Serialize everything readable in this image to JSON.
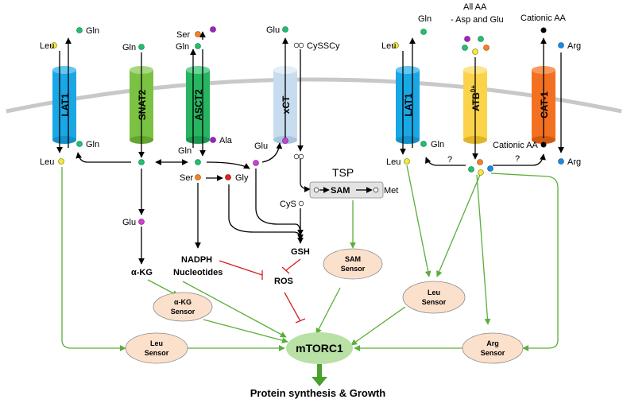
{
  "transporters": {
    "lat1_left": "LAT1",
    "snat2": "SNAT2",
    "asct2": "ASCT2",
    "xct": "xCT",
    "lat1_right": "LAT1",
    "atb_main": "ATB",
    "atb_sup": "0+",
    "cat1": "CAT-1"
  },
  "labels": {
    "leu_out_l": "Leu",
    "gln_out_l": "Gln",
    "gln_out_snat": "Gln",
    "ser_out": "Ser",
    "gln_out_asct": "Gln",
    "glu_out_xct": "Glu",
    "cyssscy": "CySSCy",
    "gln_out_r": "Gln",
    "leu_out_r": "Leu",
    "all_aa_1": "All AA",
    "all_aa_2": "- Asp and Glu",
    "cationic_out": "Cationic AA",
    "arg_out": "Arg",
    "gln_in_l": "Gln",
    "leu_in_l": "Leu",
    "ala_in": "Ala",
    "gln_in_asct": "Gln",
    "ser_in": "Ser",
    "gly_in": "Gly",
    "glu_in_xct": "Glu",
    "tsp": "TSP",
    "sam_chain": "SAM",
    "met": "Met",
    "cys": "CyS",
    "glu_in": "Glu",
    "akg": "α-KG",
    "nadph": "NADPH",
    "nucleotides": "Nucleotides",
    "gsh": "GSH",
    "ros": "ROS",
    "leu_in_r": "Leu",
    "gln_in_r": "Gln",
    "q1": "?",
    "q2": "?",
    "cationic_in": "Cationic AA",
    "arg_in": "Arg",
    "mtorc1": "mTORC1",
    "output": "Protein synthesis & Growth"
  },
  "sensors": {
    "akg_1": "α-KG",
    "akg_2": "Sensor",
    "leu_l_1": "Leu",
    "leu_l_2": "Sensor",
    "sam_1": "SAM",
    "sam_2": "Sensor",
    "leu_r_1": "Leu",
    "leu_r_2": "Sensor",
    "arg_1": "Arg",
    "arg_2": "Sensor"
  },
  "colors": {
    "lat1": "#1aa7e6",
    "snat2": "#7bc242",
    "asct2": "#27b562",
    "xct": "#c7dcee",
    "atb": "#fbd34a",
    "cat1": "#f37021",
    "sensor_fill": "#fbe0cc",
    "mtor_fill": "#b9e0a5",
    "green_arrow": "#5aae3a",
    "inhibit": "#d32020",
    "membrane": "#c8c8c8"
  }
}
